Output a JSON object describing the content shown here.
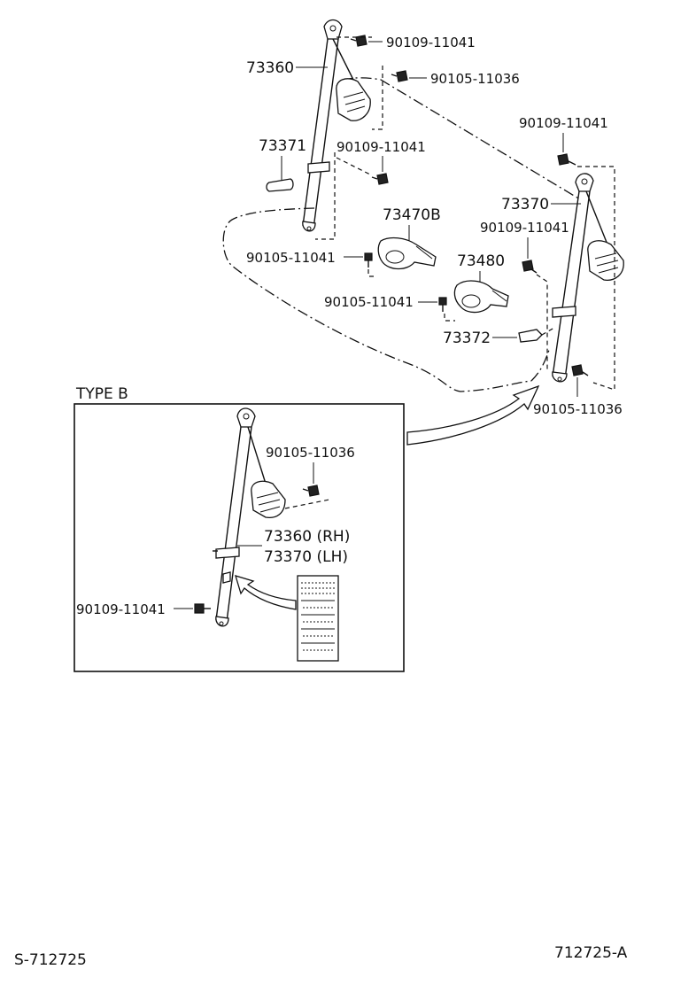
{
  "labels": {
    "belt_upper_left": "73360",
    "bolt_top_a": "90109-11041",
    "bolt_top_b": "90105-11036",
    "cover_left": "73371",
    "bolt_mid_left": "90109-11041",
    "buckle_a": "73470B",
    "bolt_low_left": "90105-11041",
    "buckle_b": "73480",
    "bolt_low_mid": "90105-11041",
    "bolt_right_top": "90109-11041",
    "belt_right": "73370",
    "bolt_right_mid": "90109-11041",
    "cover_right": "73372",
    "bolt_right_low": "90105-11036"
  },
  "type_b": {
    "title": "TYPE B",
    "bolt_top": "90105-11036",
    "belt_rh": "73360 (RH)",
    "belt_lh": "73370 (LH)",
    "bolt_low": "90109-11041"
  },
  "footer": {
    "left_code": "S-712725",
    "right_code": "712725-A"
  }
}
